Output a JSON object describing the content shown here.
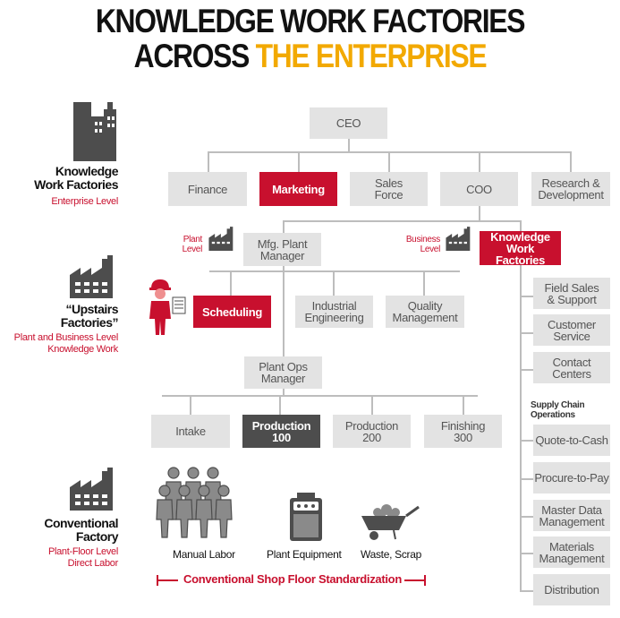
{
  "title": {
    "line1": "KNOWLEDGE WORK FACTORIES",
    "line2_a": "ACROSS ",
    "line2_b": "THE ENTERPRISE"
  },
  "side": {
    "kwf": {
      "heading": "Knowledge\nWork Factories",
      "sub": "Enterprise Level"
    },
    "upstairs": {
      "heading": "“Upstairs\nFactories”",
      "sub": "Plant and Business Level\nKnowledge Work"
    },
    "conventional": {
      "heading": "Conventional\nFactory",
      "sub": "Plant-Floor Level\nDirect Labor"
    }
  },
  "org": {
    "ceo": "CEO",
    "finance": "Finance",
    "marketing": "Marketing",
    "sales": "Sales\nForce",
    "coo": "COO",
    "research": "Research &\nDevelopment",
    "plant_level": "Plant\nLevel",
    "mfg": "Mfg. Plant\nManager",
    "business_level": "Business\nLevel",
    "kwf": "Knowledge\nWork Factories",
    "scheduling": "Scheduling",
    "industrial": "Industrial\nEngineering",
    "quality": "Quality\nManagement",
    "plant_ops": "Plant Ops\nManager",
    "intake": "Intake",
    "prod100": "Production\n100",
    "prod200": "Production\n200",
    "finishing": "Finishing\n300"
  },
  "right_list": {
    "field_sales": "Field Sales\n& Support",
    "customer": "Customer\nService",
    "contact": "Contact\nCenters",
    "supply_label": "Supply Chain\nOperations",
    "quote": "Quote-to-Cash",
    "procure": "Procure-to-Pay",
    "master": "Master Data\nManagement",
    "materials": "Materials\nManagement",
    "distribution": "Distribution"
  },
  "bottom": {
    "manual": "Manual Labor",
    "equipment": "Plant Equipment",
    "waste": "Waste, Scrap",
    "standardization": "Conventional Shop Floor Standardization"
  },
  "colors": {
    "red": "#c8102e",
    "gold": "#f2a900",
    "gray": "#e3e3e3",
    "dark": "#4d4d4d"
  },
  "icons": [
    "skyscraper-icon",
    "factory-icon",
    "worker-icon",
    "machine-icon",
    "wheelbarrow-icon"
  ]
}
